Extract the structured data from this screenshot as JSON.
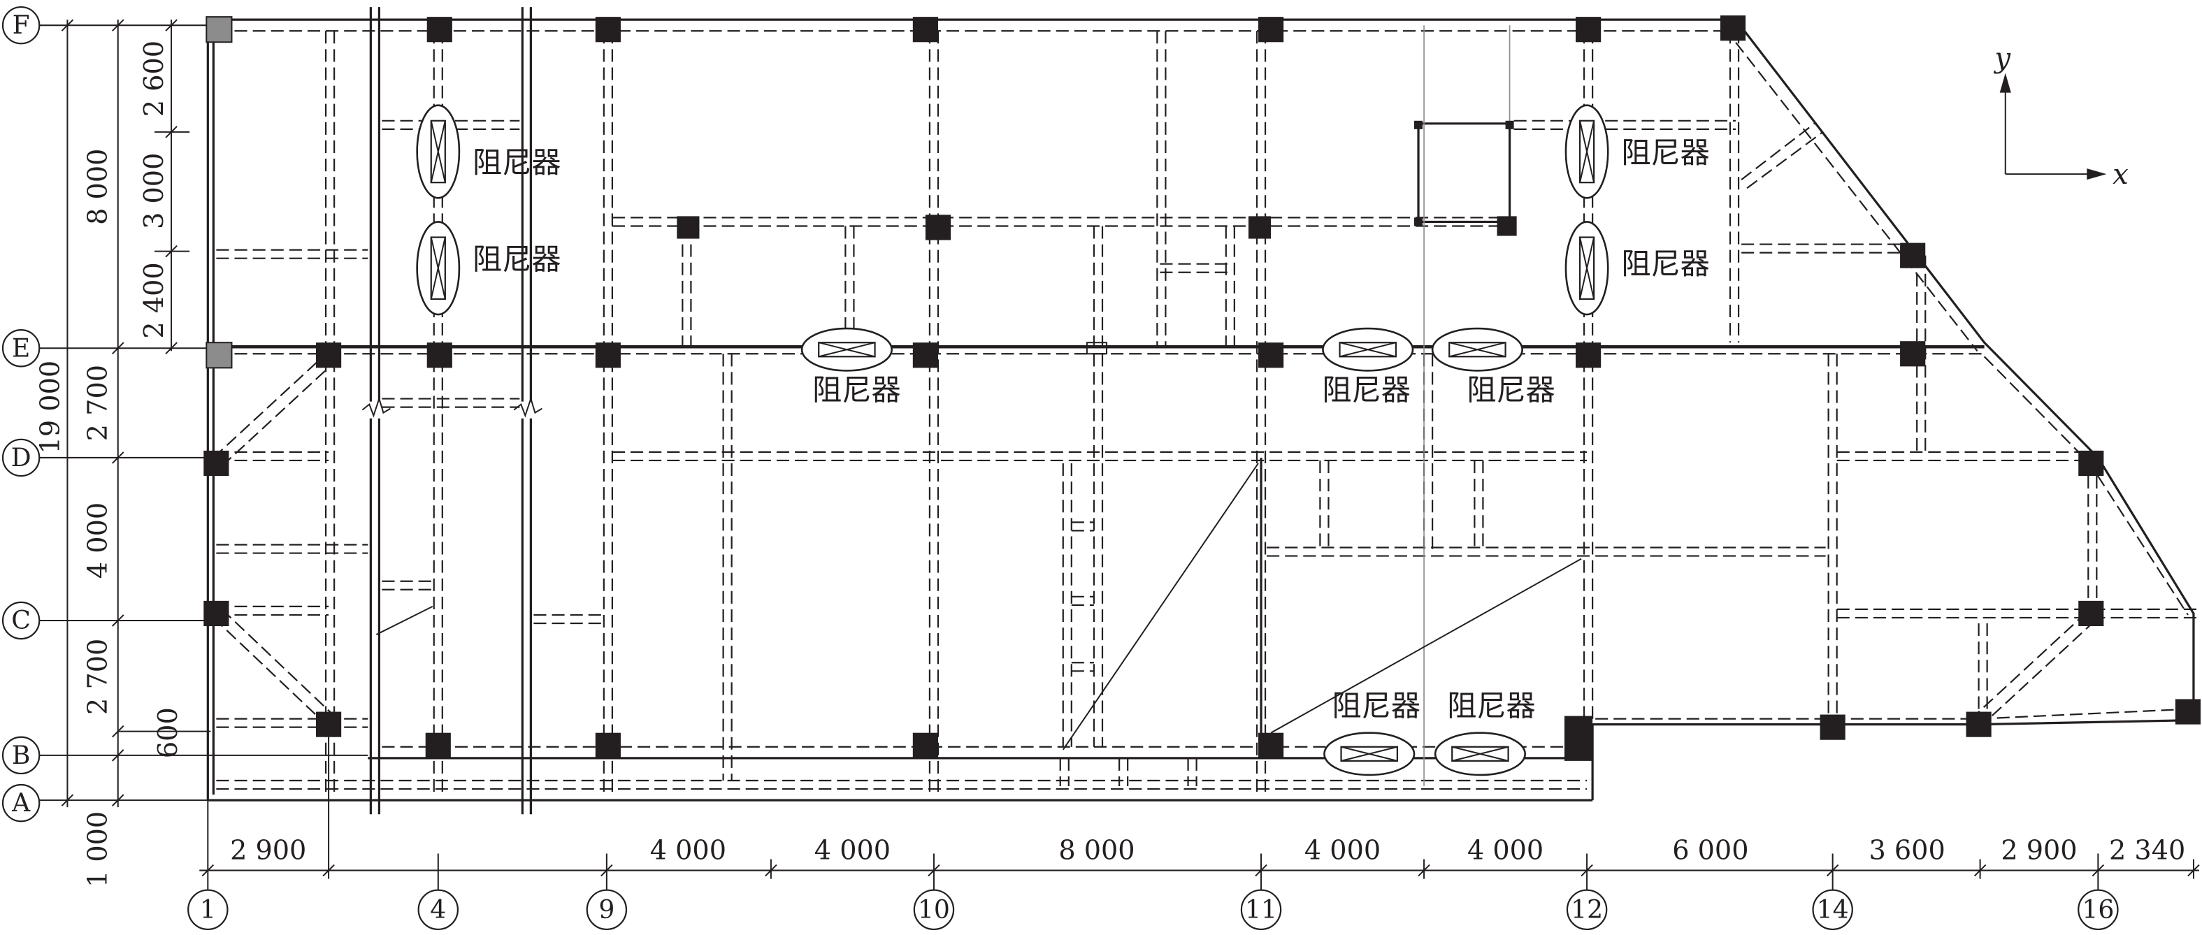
{
  "grid_rows": [
    {
      "label": "F"
    },
    {
      "label": "E"
    },
    {
      "label": "D"
    },
    {
      "label": "C"
    },
    {
      "label": "B"
    },
    {
      "label": "A"
    }
  ],
  "grid_columns": [
    {
      "label": "1"
    },
    {
      "label": "4"
    },
    {
      "label": "9"
    },
    {
      "label": "10"
    },
    {
      "label": "11"
    },
    {
      "label": "12"
    },
    {
      "label": "14"
    },
    {
      "label": "16"
    }
  ],
  "left_dimensions": [
    "19 000",
    "8 000",
    "2 600",
    "3 000",
    "2 400",
    "2 700",
    "4 000",
    "2 700",
    "600",
    "1 000"
  ],
  "bottom_dimensions": [
    "2 900",
    "4 000",
    "4 000",
    "8 000",
    "4 000",
    "4 000",
    "6 000",
    "3 600",
    "2 900",
    "2 340"
  ],
  "dampers": [
    {
      "label": "阻尼器"
    },
    {
      "label": "阻尼器"
    },
    {
      "label": "阻尼器"
    },
    {
      "label": "阻尼器"
    },
    {
      "label": "阻尼器"
    },
    {
      "label": "阻尼器"
    },
    {
      "label": "阻尼器"
    },
    {
      "label": "阻尼器"
    },
    {
      "label": "阻尼器"
    }
  ],
  "axes": {
    "x_label": "x",
    "y_label": "y"
  }
}
